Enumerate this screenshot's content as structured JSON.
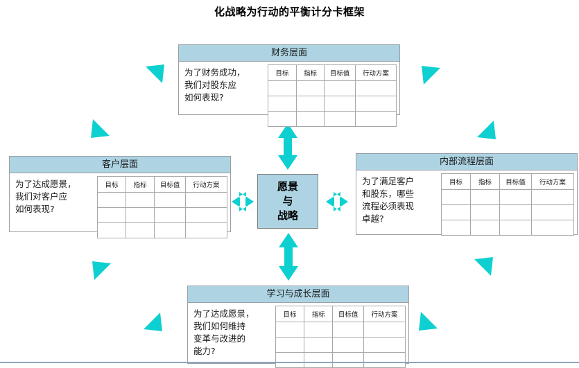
{
  "title": "化战略为行动的平衡计分卡框架",
  "center": {
    "name": "vision-and-strategy",
    "lines": [
      "愿景",
      "与",
      "战略"
    ]
  },
  "table_headers": [
    "目标",
    "指标",
    "目标值",
    "行动方案"
  ],
  "empty_rows": 3,
  "perspectives": [
    {
      "key": "financial",
      "header": "财务层面",
      "question": "为了财务成功，\n我们对股东应\n如何表现?"
    },
    {
      "key": "customer",
      "header": "客户层面",
      "question": "为了达成愿景，\n我们对客户应\n如何表现?"
    },
    {
      "key": "internal",
      "header": "内部流程层面",
      "question": "为了满足客户\n和股东，哪些\n流程必须表现\n卓越?"
    },
    {
      "key": "learning",
      "header": "学习与成长层面",
      "question": "为了达成愿景，\n我们如何维持\n变革与改进的\n能力?"
    }
  ],
  "colors": {
    "header_fill": "#aed4e4",
    "center_fill": "#aed4e4",
    "arrow": "#0fd0d0",
    "box_border": "#9aa0a6",
    "table_border": "#a8a8a8",
    "bottom_rule": "#8fa4c0",
    "title_text": "#000000"
  },
  "arrows": [
    {
      "name": "arrow-vision-financial",
      "direction": "vertical-double"
    },
    {
      "name": "arrow-vision-learning",
      "direction": "vertical-double"
    },
    {
      "name": "arrow-vision-customer",
      "direction": "horizontal-double"
    },
    {
      "name": "arrow-vision-internal",
      "direction": "horizontal-double"
    },
    {
      "name": "arrow-customer-financial",
      "direction": "diagonal-double-up-right"
    },
    {
      "name": "arrow-financial-internal",
      "direction": "diagonal-double-down-right"
    },
    {
      "name": "arrow-customer-learning",
      "direction": "diagonal-double-down-right"
    },
    {
      "name": "arrow-learning-internal",
      "direction": "diagonal-double-up-right"
    }
  ]
}
